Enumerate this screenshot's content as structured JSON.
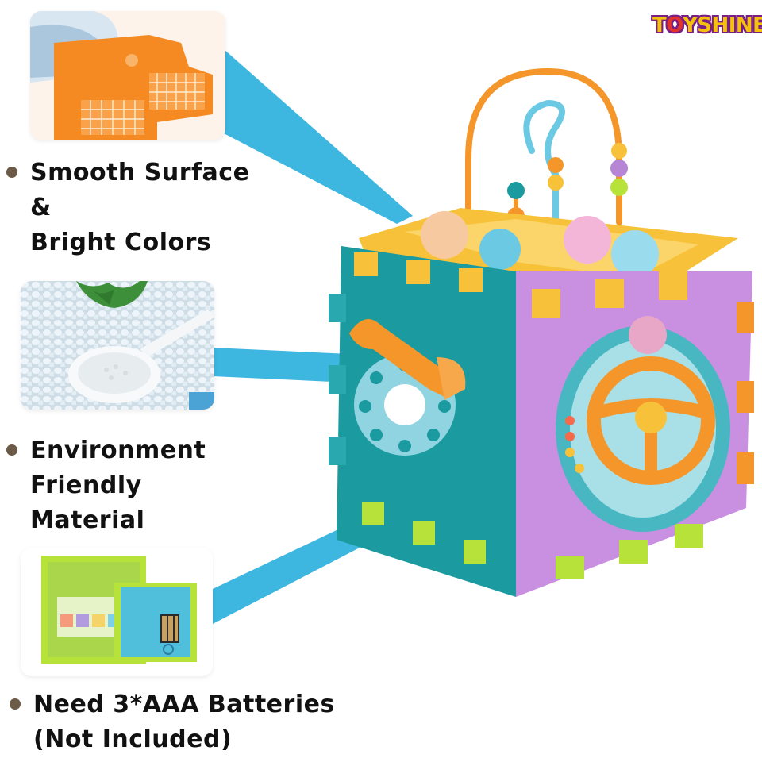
{
  "brand": {
    "logo_prefix": "T",
    "logo_o": "O",
    "logo_suffix": "YSHINE"
  },
  "features": [
    {
      "line1": "Smooth Surface &",
      "line2": "Bright Colors"
    },
    {
      "line1": "Environment",
      "line2": "Friendly Material"
    },
    {
      "line1": "Need 3*AAA Batteries",
      "line2": "(Not Included)"
    }
  ],
  "colors": {
    "connector": "#3db6e0",
    "cube_teal": "#1b9aa0",
    "cube_purple": "#c98fe0",
    "cube_yellow": "#f7c23a",
    "accent_orange": "#f5962a",
    "lime": "#b6e23a"
  }
}
